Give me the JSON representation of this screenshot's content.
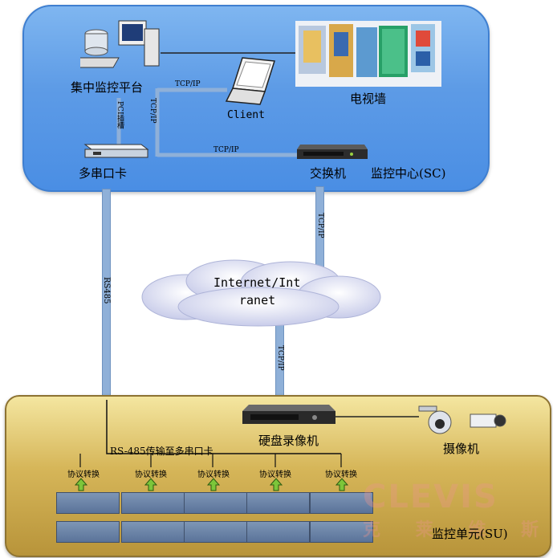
{
  "sc": {
    "platform_label": "集中监控平台",
    "pci_label": "PCI插槽",
    "card_label": "多串口卡",
    "client_label": "Client",
    "tvwall_label": "电视墙",
    "switch_label": "交换机",
    "center_label": "监控中心(SC)",
    "tcpip_1": "TCP/IP",
    "tcpip_2": "TCP/IP",
    "tcpip_3": "TCP/IP"
  },
  "network": {
    "rs485_label": "RS485",
    "tcpip_up": "TCP/IP",
    "tcpip_down": "TCP/IP",
    "cloud_label_line1": "Internet/Int",
    "cloud_label_line2": "ranet"
  },
  "su": {
    "dvr_label": "硬盘录像机",
    "camera_label": "摄像机",
    "rs485_transfer": "RS-485传输至多串口卡",
    "protocol_labels": [
      "协议转换",
      "协议转换",
      "协议转换",
      "协议转换",
      "协议转换"
    ],
    "unit_label": "监控单元(SU)"
  },
  "watermark": {
    "text": "CLEVIS",
    "sub": "克 莱 维 斯"
  },
  "colors": {
    "sc_blue": "#5d9be6",
    "su_gold": "#d6b659",
    "pipe": "#8fb0d8",
    "arrow_green": "#6fb82a"
  }
}
